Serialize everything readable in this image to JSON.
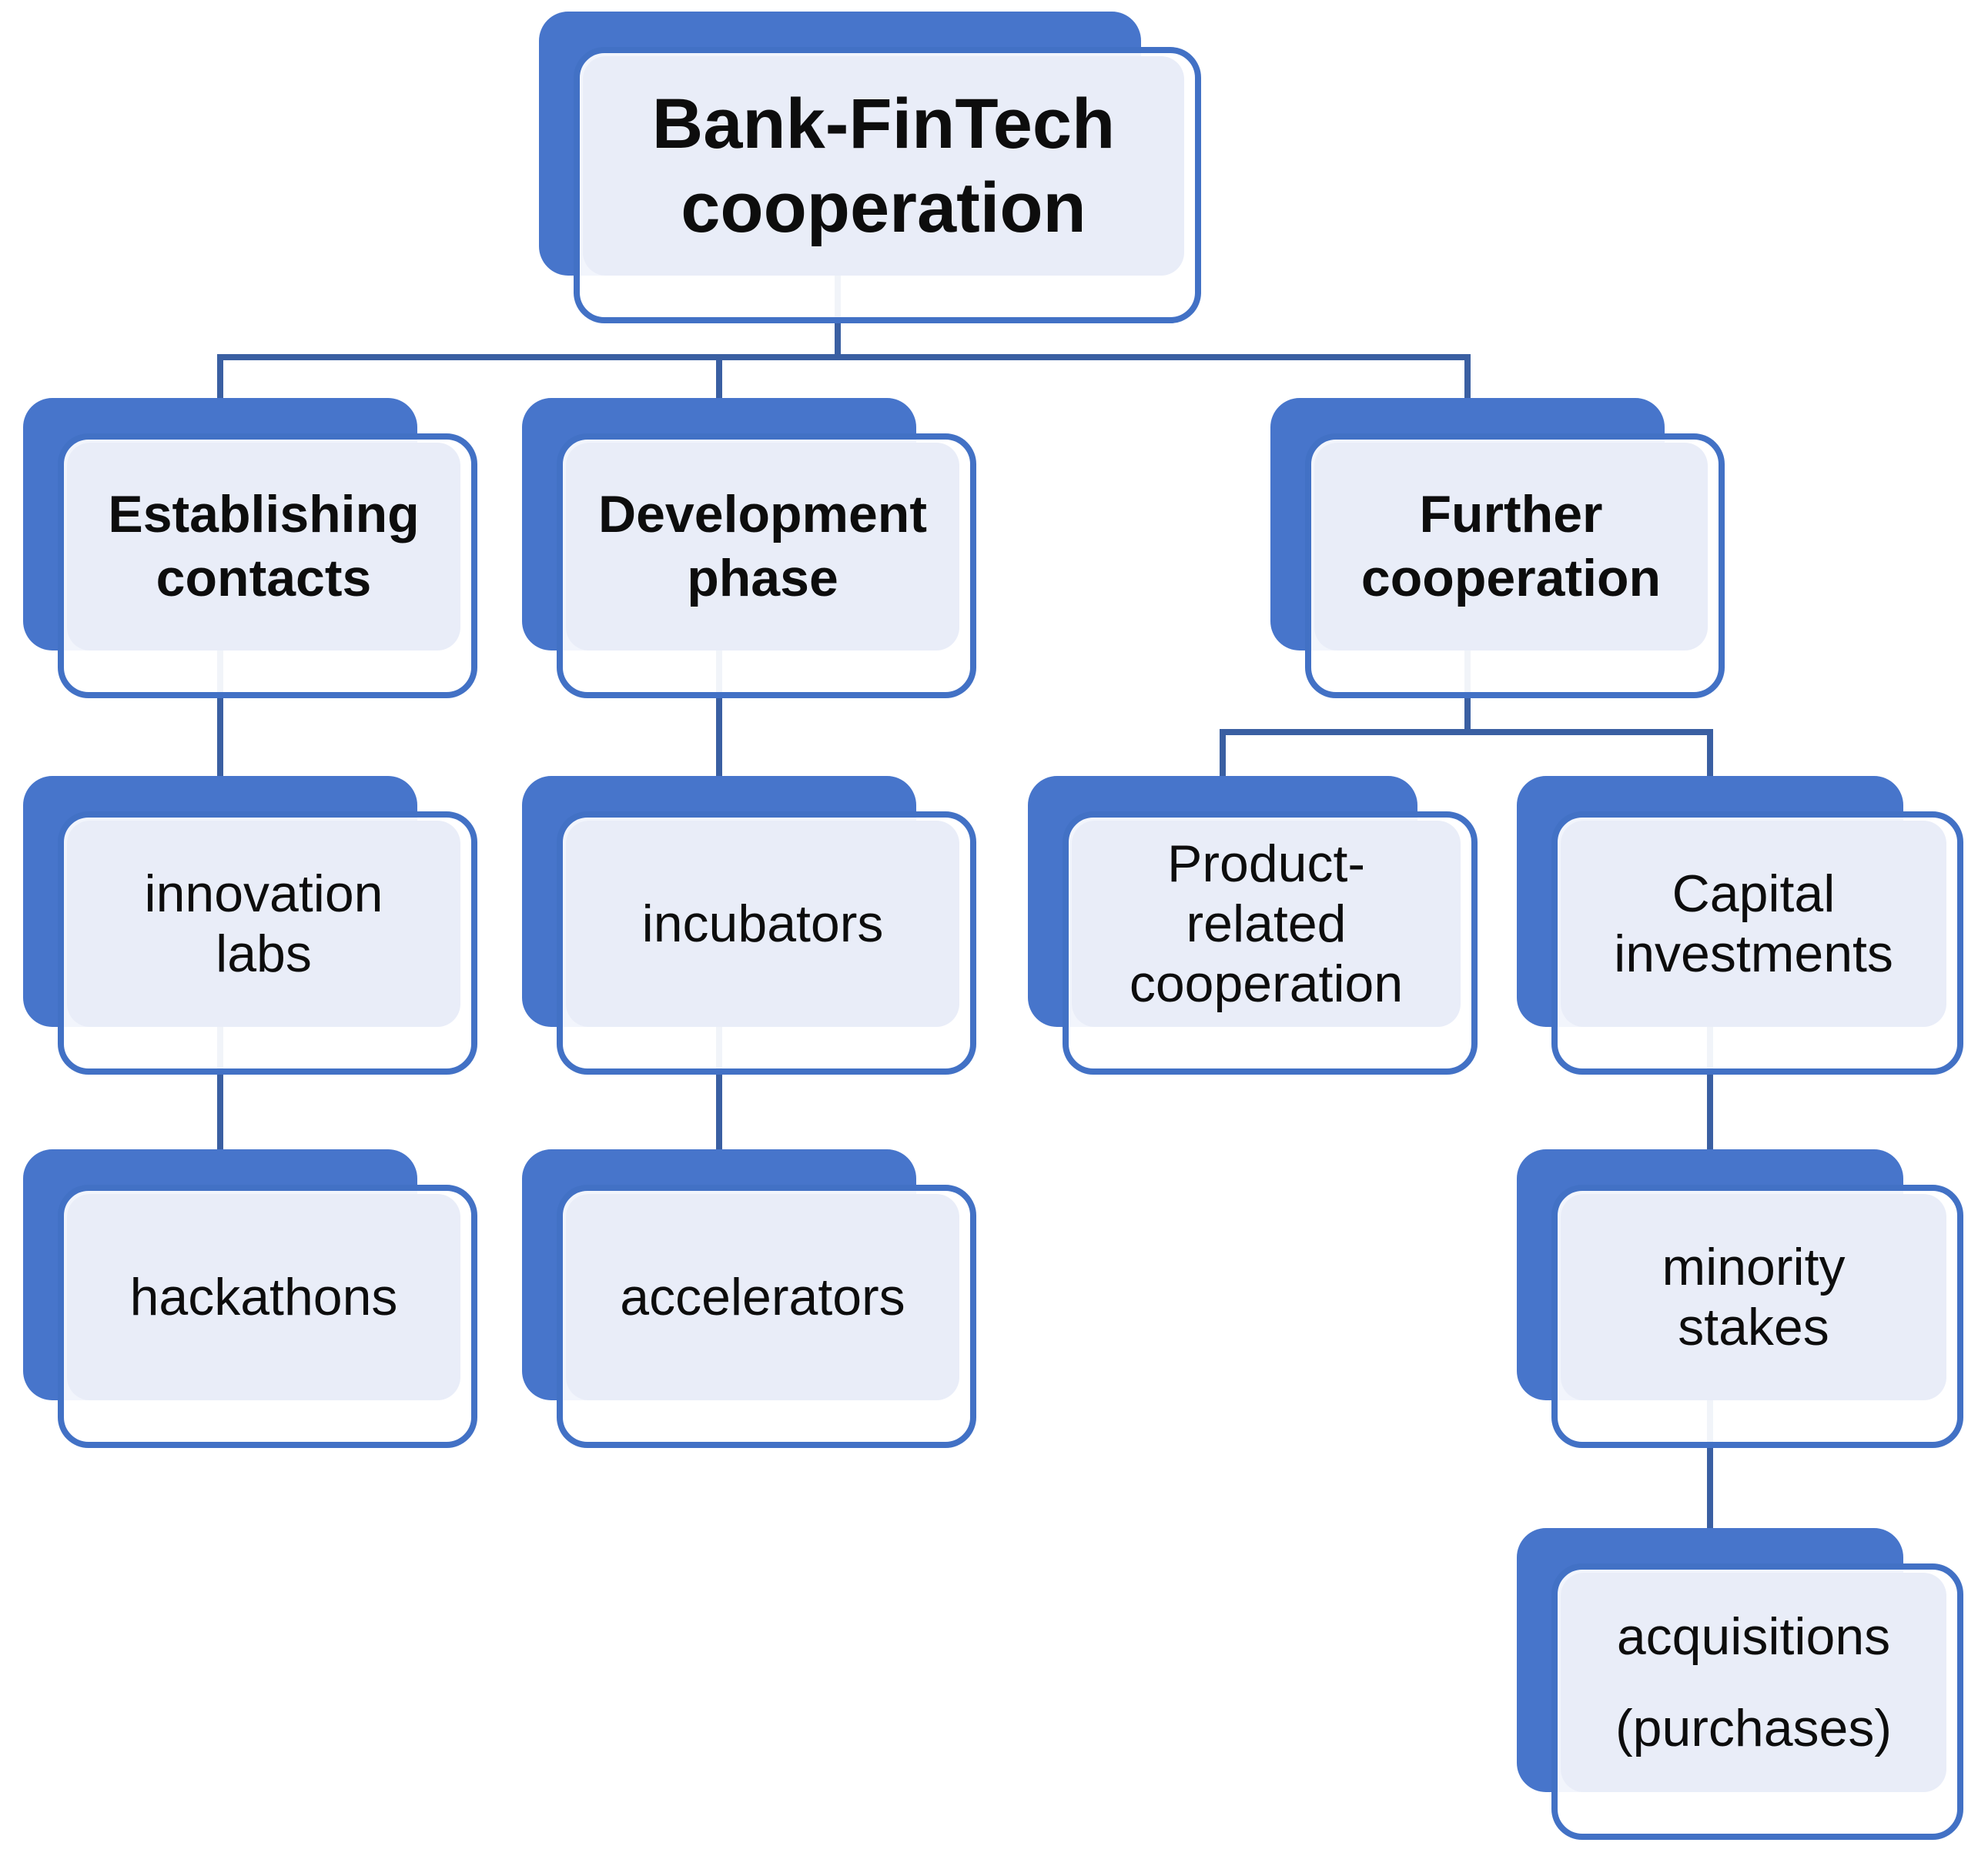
{
  "palette": {
    "shape_blue": "#4775CB",
    "border_blue": "#4271C5",
    "fill_lavender": "#E9EDF8",
    "connector_blue": "#3A5FA2",
    "text_color": "#0d0d0d",
    "background": "#ffffff"
  },
  "tree": {
    "label": "Bank-FinTech\ncooperation",
    "children": [
      {
        "label": "Establishing\ncontacts",
        "children": [
          {
            "label": "innovation\nlabs",
            "children": [
              {
                "label": "hackathons"
              }
            ]
          }
        ]
      },
      {
        "label": "Development\nphase",
        "children": [
          {
            "label": "incubators",
            "children": [
              {
                "label": "accelerators"
              }
            ]
          }
        ]
      },
      {
        "label": "Further\ncooperation",
        "children": [
          {
            "label": "Product-\nrelated\ncooperation"
          },
          {
            "label": "Capital\ninvestments",
            "children": [
              {
                "label": "minority\nstakes",
                "children": [
                  {
                    "lines": [
                      "acquisitions",
                      "(purchases)"
                    ]
                  }
                ]
              }
            ]
          }
        ]
      }
    ]
  }
}
